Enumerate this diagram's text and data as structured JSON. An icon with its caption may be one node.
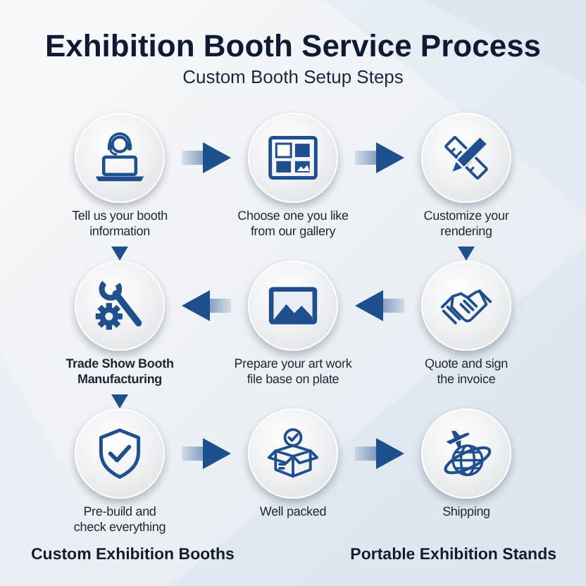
{
  "diagram": {
    "title": "Exhibition Booth Service Process",
    "nodes": [
      {
        "text": [
          "Tell us your booth information"
        ]
      },
      {
        "text": [
          "Choose one you like from our gallery"
        ]
      },
      {
        "text": [
          "Customize your rendering"
        ]
      },
      {
        "text": [
          "Trade Show Booth Manufacturing"
        ]
      },
      {
        "text": [
          "Prepare your art work file base on plate"
        ]
      },
      {
        "text": [
          "Quote and sign the invoice"
        ]
      },
      {
        "text": [
          "Pre-build and check everything"
        ]
      },
      {
        "text": [
          "Well packed"
        ]
      },
      {
        "text": [
          "Shipping"
        ]
      }
    ],
    "edges": [
      {
        "from": 0,
        "to": 1,
        "arrow": "to"
      },
      {
        "from": 1,
        "to": 2,
        "arrow": "to"
      },
      {
        "from": 0,
        "to": 3,
        "arrow": "to"
      },
      {
        "from": 2,
        "to": 5,
        "arrow": "to"
      },
      {
        "from": 5,
        "to": 4,
        "arrow": "to"
      },
      {
        "from": 4,
        "to": 3,
        "arrow": "to"
      },
      {
        "from": 3,
        "to": 6,
        "arrow": "to"
      },
      {
        "from": 6,
        "to": 7,
        "arrow": "to"
      },
      {
        "from": 7,
        "to": 8,
        "arrow": "to"
      }
    ],
    "labels": [
      "Custom Booth Setup Steps",
      "Custom Exhibition Booths",
      "Portable Exhibition Stands"
    ]
  }
}
